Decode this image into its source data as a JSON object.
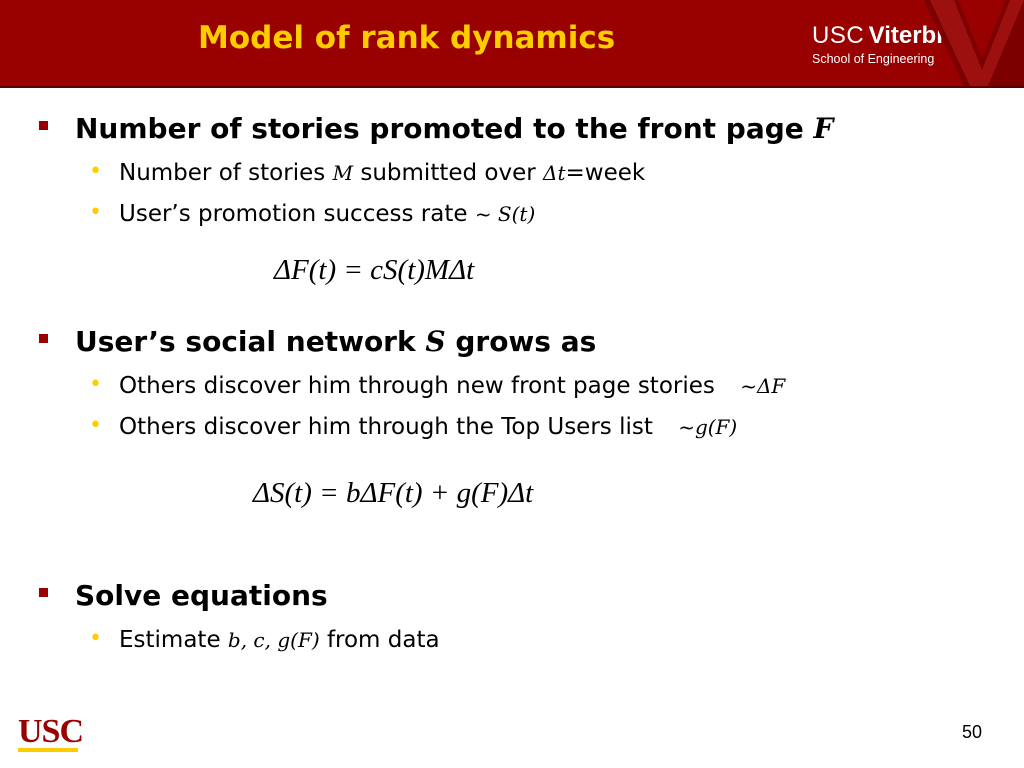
{
  "slide": {
    "title": "Model of rank dynamics",
    "brand_usc": "USC",
    "brand_viterbi": "Viterbi",
    "brand_sub": "School of Engineering",
    "page_number": "50",
    "footer_logo": "USC"
  },
  "sections": [
    {
      "heading": "Number of stories promoted to the front page",
      "heading_var": "F",
      "bullets": [
        {
          "pre": "Number of stories",
          "var": "M",
          "mid": "submitted over",
          "math": "Δt",
          "post": "=week"
        },
        {
          "pre": "User’s promotion success rate",
          "math": "~ S(t)"
        }
      ],
      "equation": "ΔF(t) = cS(t)MΔt"
    },
    {
      "heading_pre": "User’s social network",
      "heading_var": "S",
      "heading_post": "grows as",
      "bullets": [
        {
          "pre": "Others discover him through new front page stories",
          "math": "~ΔF"
        },
        {
          "pre": "Others discover him through the Top Users list",
          "math": "~g(F)"
        }
      ],
      "equation": "ΔS(t) = bΔF(t) + g(F)Δt"
    },
    {
      "heading": "Solve equations",
      "bullets": [
        {
          "pre": "Estimate",
          "math": "b, c, g(F)",
          "post": "from data"
        }
      ]
    }
  ],
  "colors": {
    "header": "#990000",
    "title": "#FFCC00",
    "bullet_square": "#990000",
    "bullet_dot": "#FFCC00"
  },
  "icons": [
    "bullet-square-icon",
    "bullet-dot-icon",
    "viterbi-v-logo-icon"
  ]
}
